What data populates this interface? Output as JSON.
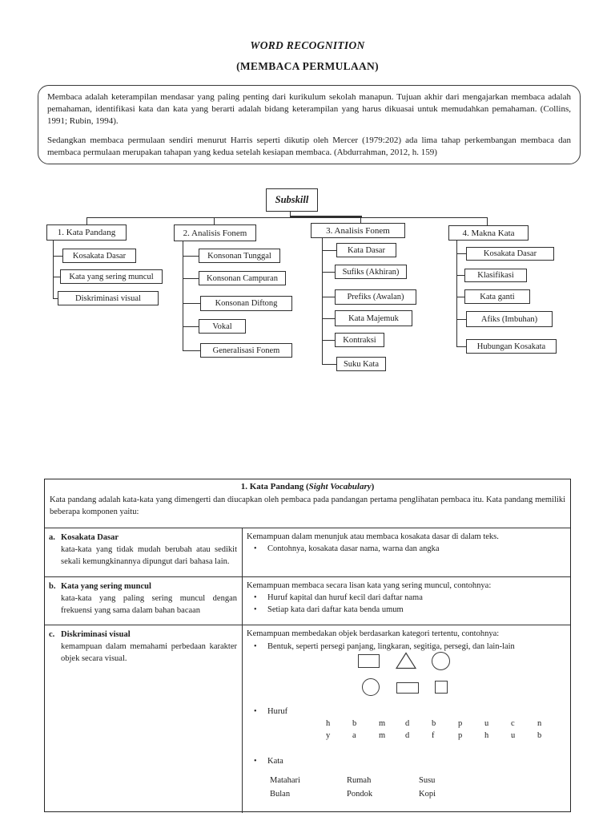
{
  "header": {
    "title": "WORD RECOGNITION",
    "subtitle": "(MEMBACA PERMULAAN)"
  },
  "intro": {
    "p1": "Membaca adalah keterampilan mendasar yang paling penting dari kurikulum sekolah manapun. Tujuan akhir dari mengajarkan membaca adalah pemahaman, identifikasi kata dan kata yang berarti adalah bidang keterampilan yang harus dikuasai untuk memudahkan pemahaman. (Collins, 1991; Rubin, 1994).",
    "p2": "Sedangkan membaca permulaan sendiri menurut Harris seperti dikutip oleh Mercer (1979:202) ada lima tahap perkembangan membaca dan membaca permulaan merupakan tahapan yang kedua setelah kesiapan membaca. (Abdurrahman, 2012, h. 159)"
  },
  "diagram": {
    "root": "Subskill",
    "branches": [
      {
        "label": "1. Kata Pandang",
        "children": [
          "Kosakata Dasar",
          "Kata yang sering muncul",
          "Diskriminasi visual"
        ]
      },
      {
        "label": "2. Analisis Fonem",
        "children": [
          "Konsonan Tunggal",
          "Konsonan Campuran",
          "Konsonan Diftong",
          "Vokal",
          "Generalisasi Fonem"
        ]
      },
      {
        "label": "3. Analisis Fonem",
        "children": [
          "Kata Dasar",
          "Sufiks (Akhiran)",
          "Prefiks (Awalan)",
          "Kata Majemuk",
          "Kontraksi",
          "Suku Kata"
        ]
      },
      {
        "label": "4. Makna Kata",
        "children": [
          "Kosakata Dasar",
          "Klasifikasi",
          "Kata ganti",
          "Afiks (Imbuhan)",
          "Hubungan Kosakata"
        ]
      }
    ]
  },
  "table": {
    "title_prefix": "1. Kata Pandang (",
    "title_italic": "Sight Vocabulary",
    "title_suffix": ")",
    "intro": "Kata pandang adalah kata-kata yang dimengerti dan diucapkan oleh pembaca pada pandangan pertama penglihatan pembaca itu. Kata pandang memiliki beberapa komponen yaitu:",
    "rows": [
      {
        "letter": "a.",
        "term": "Kosakata Dasar",
        "definition": "kata-kata yang tidak mudah berubah atau sedikit sekali kemungkinannya dipungut dari bahasa lain.",
        "description": "Kemampuan dalam menunjuk atau membaca kosakata dasar di dalam teks.",
        "bullets": [
          "Contohnya, kosakata dasar nama, warna dan angka"
        ]
      },
      {
        "letter": "b.",
        "term": "Kata yang sering muncul",
        "definition": "kata-kata yang paling sering muncul dengan frekuensi yang sama dalam bahan bacaan",
        "description": "Kemampuan membaca secara lisan kata yang sering muncul, contohnya:",
        "bullets": [
          "Huruf kapital dan huruf kecil dari daftar nama",
          "Setiap kata dari daftar kata benda umum"
        ]
      },
      {
        "letter": "c.",
        "term": "Diskriminasi visual",
        "definition": "kemampuan dalam memahami perbedaan karakter objek secara visual.",
        "description": "Kemampuan membedakan objek berdasarkan kategori tertentu, contohnya:",
        "bullets": [
          "Bentuk, seperti persegi panjang, lingkaran, segitiga, persegi, dan lain-lain"
        ],
        "shapes_row1": [
          "rectangle",
          "triangle",
          "circle"
        ],
        "shapes_row2": [
          "circle",
          "rectangle",
          "square"
        ],
        "huruf_label": "Huruf",
        "letters": {
          "row1": [
            "h",
            "b",
            "m",
            "d",
            "b",
            "p",
            "u",
            "c",
            "n"
          ],
          "row2": [
            "y",
            "a",
            "m",
            "d",
            "f",
            "p",
            "h",
            "u",
            "b"
          ]
        },
        "kata_label": "Kata",
        "words": {
          "row1": [
            "Matahari",
            "Rumah",
            "Susu"
          ],
          "row2": [
            "Bulan",
            "Pondok",
            "Kopi"
          ]
        }
      }
    ]
  }
}
